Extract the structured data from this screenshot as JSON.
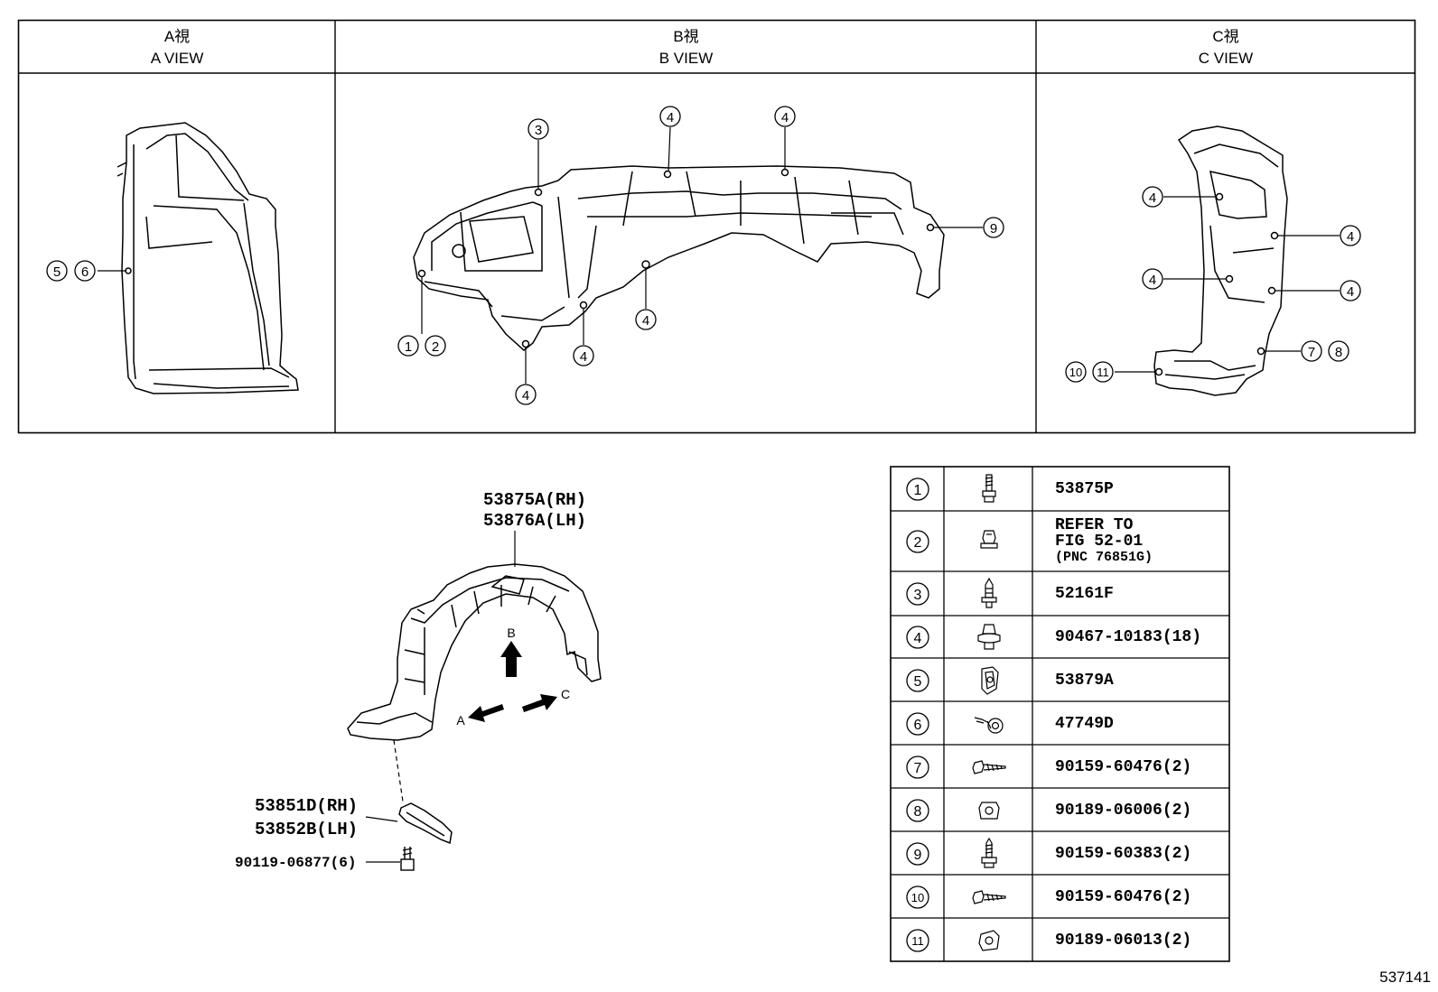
{
  "views": [
    {
      "jp": "A視",
      "en": "A VIEW"
    },
    {
      "jp": "B視",
      "en": "B VIEW"
    },
    {
      "jp": "C視",
      "en": "C VIEW"
    }
  ],
  "callouts": {
    "a_view": [
      "5",
      "6"
    ],
    "b_view": [
      "1",
      "2",
      "3",
      "4",
      "4",
      "4",
      "4",
      "4",
      "9"
    ],
    "c_view": [
      "4",
      "4",
      "4",
      "4",
      "7",
      "8",
      "10",
      "11"
    ]
  },
  "parts": {
    "liner_rh": "53875A(RH)",
    "liner_lh": "53876A(LH)",
    "bracket_rh": "53851D(RH)",
    "bracket_lh": "53852B(LH)",
    "bolt": "90119-06877(6)",
    "arrow_a": "A",
    "arrow_b": "B",
    "arrow_c": "C"
  },
  "fastener_table": [
    {
      "num": "1",
      "lines": [
        "53875P"
      ],
      "icon": "screw-grommet-icon"
    },
    {
      "num": "2",
      "lines": [
        "REFER TO",
        "FIG 52-01"
      ],
      "sub": "(PNC 76851G)",
      "icon": "clip-icon"
    },
    {
      "num": "3",
      "lines": [
        "52161F"
      ],
      "icon": "push-rivet-icon"
    },
    {
      "num": "4",
      "lines": [
        "90467-10183(18)"
      ],
      "icon": "clip-icon"
    },
    {
      "num": "5",
      "lines": [
        "53879A"
      ],
      "icon": "nut-clip-icon"
    },
    {
      "num": "6",
      "lines": [
        "47749D"
      ],
      "icon": "clamp-icon"
    },
    {
      "num": "7",
      "lines": [
        "90159-60476(2)"
      ],
      "icon": "screw-icon"
    },
    {
      "num": "8",
      "lines": [
        "90189-06006(2)"
      ],
      "icon": "grommet-nut-icon"
    },
    {
      "num": "9",
      "lines": [
        "90159-60383(2)"
      ],
      "icon": "screw-icon"
    },
    {
      "num": "10",
      "lines": [
        "90159-60476(2)"
      ],
      "icon": "screw-icon"
    },
    {
      "num": "11",
      "lines": [
        "90189-06013(2)"
      ],
      "icon": "grommet-nut-icon"
    }
  ],
  "diagram_id": "537141"
}
